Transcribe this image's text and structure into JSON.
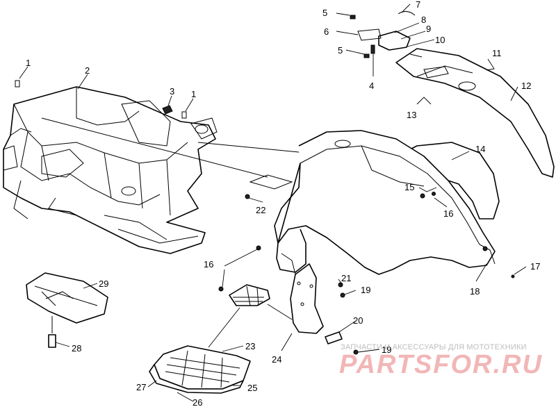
{
  "diagram": {
    "callouts": {
      "c1a": "1",
      "c1b": "1",
      "c2": "2",
      "c3": "3",
      "c4": "4",
      "c5a": "5",
      "c5b": "5",
      "c6": "6",
      "c7": "7",
      "c8": "8",
      "c9": "9",
      "c10": "10",
      "c11": "11",
      "c12": "12",
      "c13": "13",
      "c14": "14",
      "c15": "15",
      "c16a": "16",
      "c16b": "16",
      "c17": "17",
      "c18": "18",
      "c19a": "19",
      "c19b": "19",
      "c20": "20",
      "c21": "21",
      "c22": "22",
      "c23": "23",
      "c24": "24",
      "c25": "25",
      "c26": "26",
      "c27": "27",
      "c28": "28",
      "c29": "29"
    }
  },
  "watermark": {
    "caption": "ЗАПЧАСТИ И АКСЕССУАРЫ ДЛЯ МОТОТЕХНИКИ",
    "logo": "PARTSFOR.RU"
  }
}
